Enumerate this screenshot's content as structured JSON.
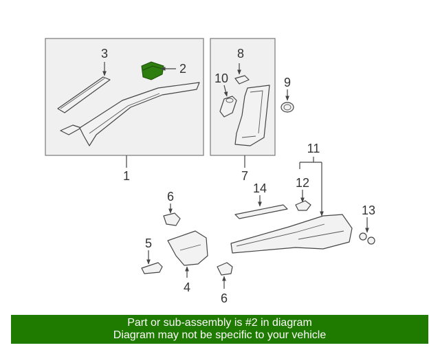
{
  "diagram": {
    "callouts": {
      "c1": "1",
      "c2": "2",
      "c3": "3",
      "c4": "4",
      "c5": "5",
      "c6a": "6",
      "c6b": "6",
      "c7": "7",
      "c8": "8",
      "c9": "9",
      "c10": "10",
      "c11": "11",
      "c12": "12",
      "c13": "13",
      "c14": "14"
    },
    "highlight_color": "#2e7d0f"
  },
  "footer": {
    "line1": "Part or sub-assembly is #2 in diagram",
    "line2": "Diagram may not be specific to your vehicle",
    "background": "#1e7b00"
  }
}
